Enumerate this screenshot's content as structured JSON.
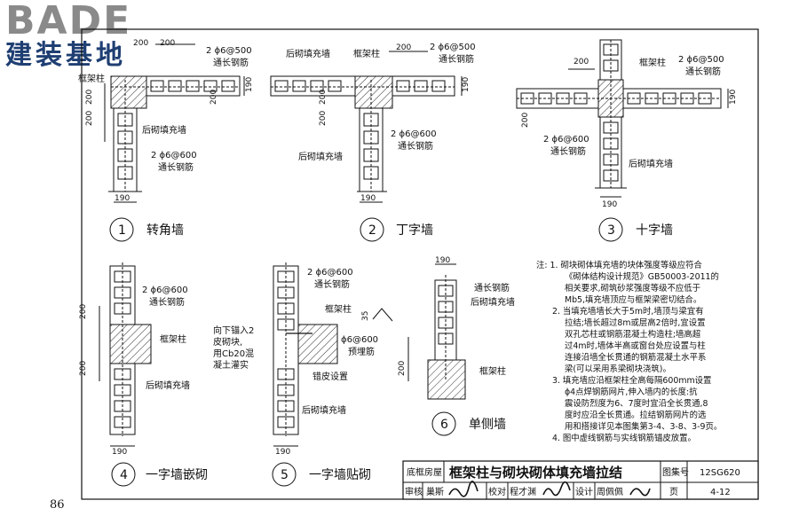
{
  "logo": {
    "brand": "BADE",
    "sub": "建装基地"
  },
  "page_number": "86",
  "labels": {
    "kuangjiazhu": "框架柱",
    "houqi": "后砌填充墙",
    "ties500": "2 ϕ6@500",
    "ties600": "2 ϕ6@600",
    "tongchang": "通长钢筋",
    "phi600": "ϕ6@600",
    "yumaijin": "预埋筋",
    "cuopi": "错皮设置",
    "anchor_1": "向下锚入2",
    "anchor_2": "皮砌块,",
    "anchor_3": "用Cb20混",
    "anchor_4": "凝土灌实"
  },
  "dims": {
    "d200": "200",
    "d190": "190",
    "d35": "35"
  },
  "figures": [
    {
      "num": "1",
      "caption": "转角墙"
    },
    {
      "num": "2",
      "caption": "丁字墙"
    },
    {
      "num": "3",
      "caption": "十字墙"
    },
    {
      "num": "4",
      "caption": "一字墙嵌砌"
    },
    {
      "num": "5",
      "caption": "一字墙贴砌"
    },
    {
      "num": "6",
      "caption": "单侧墙"
    }
  ],
  "notes": [
    "注: 1. 砌块砌体填充墙的块体强度等级应符合",
    "《砌体结构设计规范》GB50003-2011的",
    "相关要求,砌筑砂浆强度等级不应低于",
    "Mb5,填充墙顶应与框架梁密切结合。",
    "2. 当填充墙墙长大于5m时,墙顶与梁宜有",
    "拉结;墙长超过8m或层高2倍时,宜设置",
    "双孔芯柱或钢筋混凝土构造柱;墙高超",
    "过4m时,墙体半高或窗台处应设置与柱",
    "连接沿墙全长贯通的钢筋混凝土水平系",
    "梁(可以采用系梁砌块浇筑)。",
    "3. 填充墙应沿框架柱全高每隔600mm设置",
    "ϕ4点焊钢筋网片,伸入墙内的长度:抗",
    "震设防烈度为6、7度时宜沿全长贯通,8",
    "度时应沿全长贯通。拉结钢筋网片的选",
    "用和搭接详见本图集第3-4、3-8、3-9页。",
    "4. 图中虚线钢筋与实线钢筋锚皮放置。"
  ],
  "title_block": {
    "category": "底框房屋",
    "title": "框架柱与砌块砌体填充墙拉结",
    "atlas_label": "图集号",
    "atlas_no": "12SG620",
    "review_label": "审核",
    "reviewer": "巢斯",
    "check_label": "校对",
    "checker": "程才渊",
    "design_label": "设计",
    "designer": "周佩佩",
    "page_label": "页",
    "page_no": "4-12"
  }
}
